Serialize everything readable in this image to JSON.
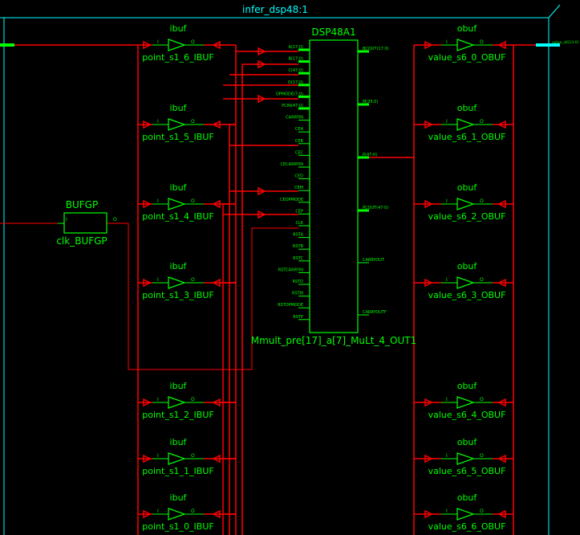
{
  "schematic": {
    "title": "infer_dsp48:1",
    "colors": {
      "background": "#000000",
      "frame": "#00ffff",
      "symbol": "#00ff00",
      "wire": "#ff0000"
    },
    "left_port_label": "",
    "right_port_label": "value_s6(13:0)",
    "bufgp": {
      "type": "BUFGP",
      "instance": "clk_BUFGP",
      "pin_in": "I",
      "pin_out": "O"
    },
    "input_buffers": [
      {
        "type": "ibuf",
        "instance": "point_s1_6_IBUF",
        "pin_in": "I",
        "pin_out": "O"
      },
      {
        "type": "ibuf",
        "instance": "point_s1_5_IBUF",
        "pin_in": "I",
        "pin_out": "O"
      },
      {
        "type": "ibuf",
        "instance": "point_s1_4_IBUF",
        "pin_in": "I",
        "pin_out": "O"
      },
      {
        "type": "ibuf",
        "instance": "point_s1_3_IBUF",
        "pin_in": "I",
        "pin_out": "O"
      },
      {
        "type": "ibuf",
        "instance": "point_s1_2_IBUF",
        "pin_in": "I",
        "pin_out": "O"
      },
      {
        "type": "ibuf",
        "instance": "point_s1_1_IBUF",
        "pin_in": "I",
        "pin_out": "O"
      },
      {
        "type": "ibuf",
        "instance": "point_s1_0_IBUF",
        "pin_in": "I",
        "pin_out": "O"
      }
    ],
    "output_buffers": [
      {
        "type": "obuf",
        "instance": "value_s6_0_OBUF",
        "pin_in": "I",
        "pin_out": "O"
      },
      {
        "type": "obuf",
        "instance": "value_s6_1_OBUF",
        "pin_in": "I",
        "pin_out": "O"
      },
      {
        "type": "obuf",
        "instance": "value_s6_2_OBUF",
        "pin_in": "I",
        "pin_out": "O"
      },
      {
        "type": "obuf",
        "instance": "value_s6_3_OBUF",
        "pin_in": "I",
        "pin_out": "O"
      },
      {
        "type": "obuf",
        "instance": "value_s6_4_OBUF",
        "pin_in": "I",
        "pin_out": "O"
      },
      {
        "type": "obuf",
        "instance": "value_s6_5_OBUF",
        "pin_in": "I",
        "pin_out": "O"
      },
      {
        "type": "obuf",
        "instance": "value_s6_6_OBUF",
        "pin_in": "I",
        "pin_out": "O"
      }
    ],
    "dsp": {
      "type": "DSP48A1",
      "instance": "Mmult_pre[17]_a[7]_MuLt_4_OUT1",
      "left_pins": [
        "A(17:0)",
        "B(17:0)",
        "C(47:0)",
        "D(17:0)",
        "OPMODE(7:0)",
        "PCIN(47:0)",
        "CARRYIN",
        "CEA",
        "CEB",
        "CEC",
        "CECARRYIN",
        "CED",
        "CEM",
        "CEOPMODE",
        "CEP",
        "CLK",
        "RSTA",
        "RSTB",
        "RSTC",
        "RSTCARRYIN",
        "RSTD",
        "RSTM",
        "RSTOPMODE",
        "RSTP"
      ],
      "right_pins": [
        "BCOUT(17:0)",
        "M(35:0)",
        "P(47:0)",
        "PCOUT(47:0)",
        "CARRYOUT",
        "CARRYOUTF"
      ]
    }
  }
}
